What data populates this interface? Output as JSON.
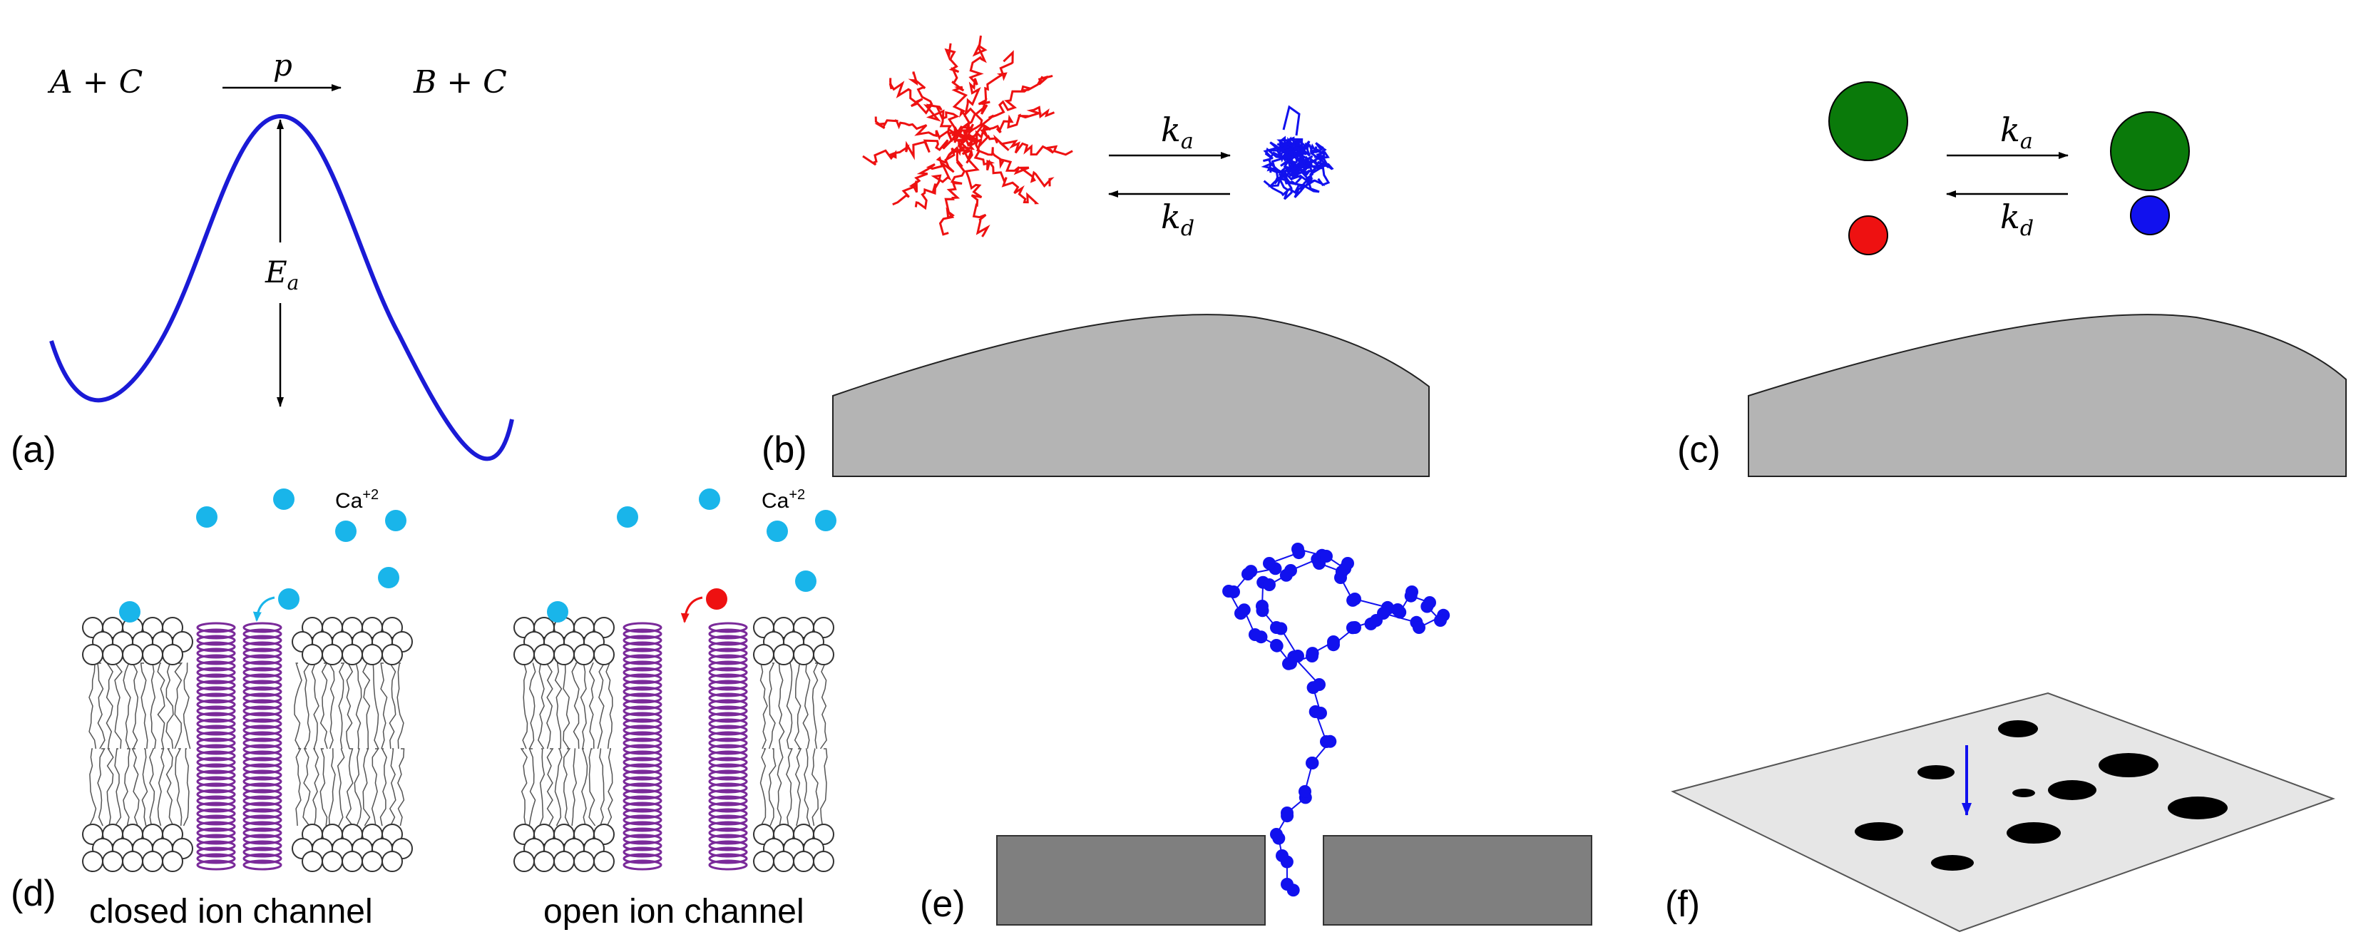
{
  "panels": {
    "a": {
      "label": "(a)",
      "reactant": "A + C",
      "product": "B + C",
      "rate": "p",
      "barrier": "E",
      "barrier_sub": "a",
      "curve_color": "#1a1ad6"
    },
    "b": {
      "label": "(b)",
      "forward_rate": "k",
      "forward_sub": "a",
      "backward_rate": "k",
      "backward_sub": "d",
      "extended_color": "#ee1111",
      "collapsed_color": "#1111ee",
      "surface_color": "#b4b4b4"
    },
    "c": {
      "label": "(c)",
      "forward_rate": "k",
      "forward_sub": "a",
      "backward_rate": "k",
      "backward_sub": "d",
      "large_color": "#0a7a0a",
      "small_free_color": "#ee1111",
      "small_bound_color": "#1111ee",
      "surface_color": "#b4b4b4"
    },
    "d": {
      "label": "(d)",
      "ion": "Ca",
      "ion_charge": "+2",
      "left_caption": "closed ion channel",
      "right_caption": "open ion channel",
      "ion_color": "#19b5ea",
      "blocked_ion_color": "#ee1111",
      "protein_color": "#7a2a9a"
    },
    "e": {
      "label": "(e)",
      "chain_color": "#1111ee",
      "wall_color": "#7f7f7f"
    },
    "f": {
      "label": "(f)",
      "plane_color": "#e6e6e6",
      "hole_color": "#000000",
      "arrow_color": "#1111ee"
    }
  }
}
